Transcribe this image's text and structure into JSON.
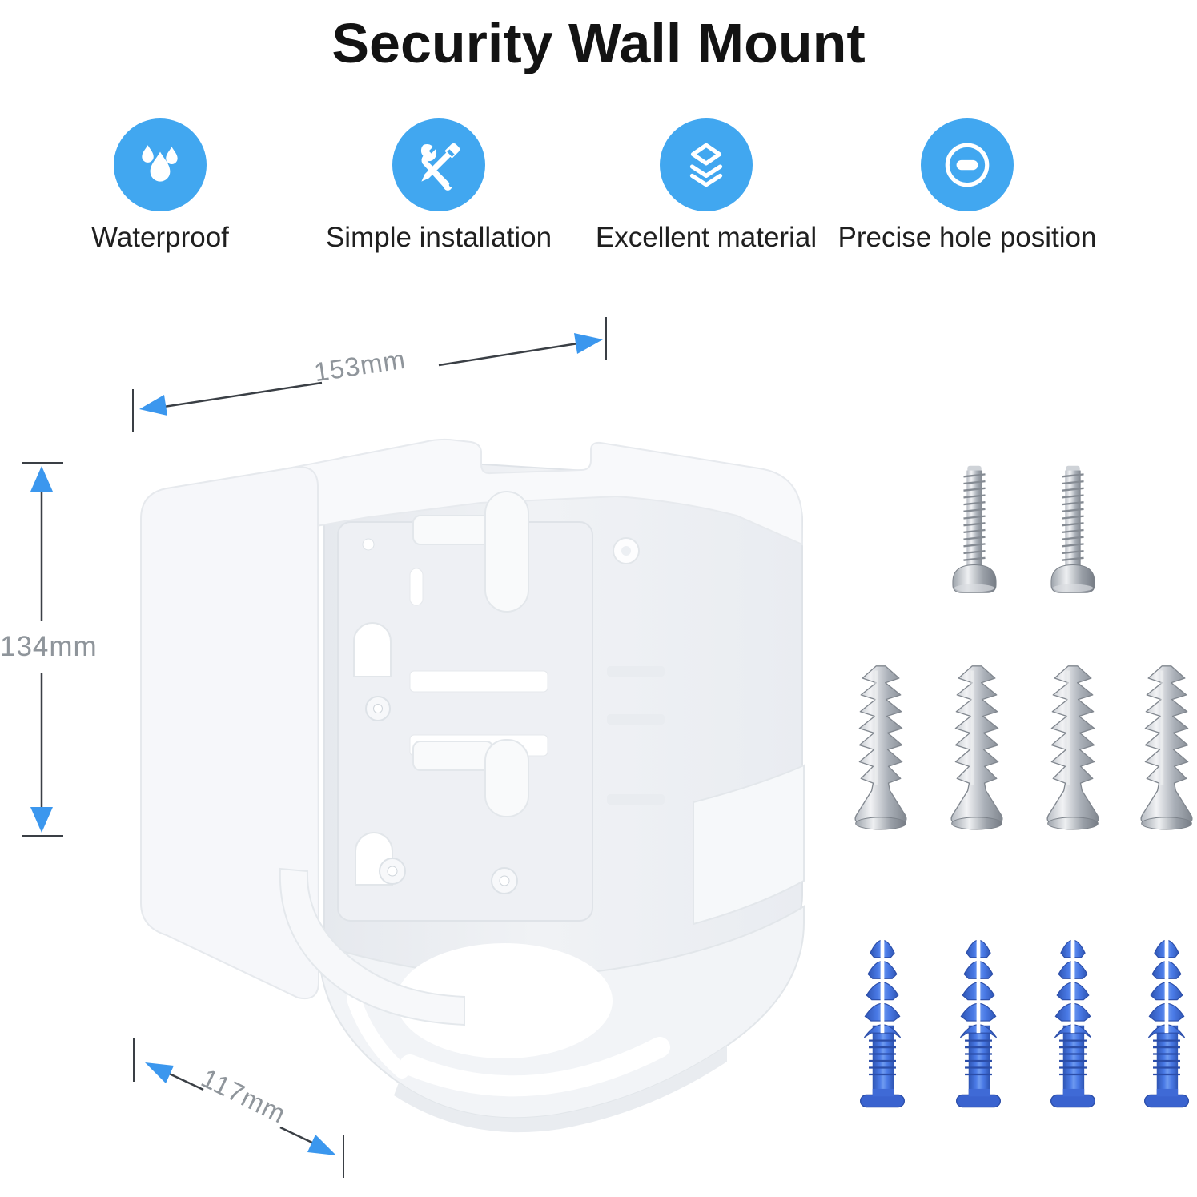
{
  "title": "Security Wall Mount",
  "features": [
    {
      "label": "Waterproof",
      "icon": "water-drops-icon"
    },
    {
      "label": "Simple installation",
      "icon": "wrench-screwdriver-icon"
    },
    {
      "label": "Excellent material",
      "icon": "layers-icon"
    },
    {
      "label": "Precise hole position",
      "icon": "hole-position-icon"
    }
  ],
  "dimensions": {
    "width": {
      "label": "153mm",
      "orientation": "top edge, diagonal"
    },
    "height": {
      "label": "134mm",
      "orientation": "left edge, vertical"
    },
    "depth": {
      "label": "117mm",
      "orientation": "bottom-left edge, diagonal"
    }
  },
  "product": {
    "name": "white wall mount bracket",
    "color": "white",
    "view": "three-quarter perspective, open front with mounting plate, hooks and bottom cradle tray"
  },
  "hardware": {
    "machine_screws": {
      "count": 2,
      "finish": "silver",
      "orientation": "thread up, pan head down"
    },
    "self_tapping_screws": {
      "count": 4,
      "finish": "silver",
      "orientation": "thread up, countersunk head down"
    },
    "wall_anchors": {
      "count": 4,
      "color_hex": "#4273e0",
      "orientation": "fins up, flange down"
    }
  },
  "colors": {
    "accent_blue_icons": "#41a7f0",
    "dimension_arrow_blue": "#3b97ee",
    "dimension_line_grey": "#3a3f45",
    "dimension_text_grey": "#8f959b",
    "title_black": "#131313",
    "bracket_white": "#f3f4f7",
    "anchor_blue": "#4273e0"
  }
}
